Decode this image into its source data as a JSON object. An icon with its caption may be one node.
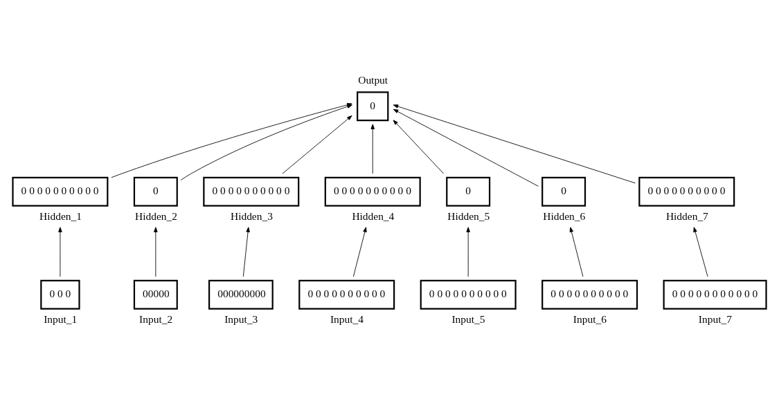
{
  "diagram": {
    "nodes": [
      {
        "text": [
          "0"
        ],
        "beside": [
          "Output"
        ]
      },
      {
        "text": [
          "0 0 0 0 0 0 0 0 0 0"
        ],
        "beside": [
          "Hidden_1"
        ]
      },
      {
        "text": [
          "0"
        ],
        "beside": [
          "Hidden_2"
        ]
      },
      {
        "text": [
          "0 0 0 0 0 0 0 0 0 0"
        ],
        "beside": [
          "Hidden_3"
        ]
      },
      {
        "text": [
          "0 0 0 0 0 0 0 0 0 0"
        ],
        "beside": [
          "Hidden_4"
        ]
      },
      {
        "text": [
          "0"
        ],
        "beside": [
          "Hidden_5"
        ]
      },
      {
        "text": [
          "0"
        ],
        "beside": [
          "Hidden_6"
        ]
      },
      {
        "text": [
          "0 0 0 0 0 0 0 0 0 0"
        ],
        "beside": [
          "Hidden_7"
        ]
      },
      {
        "text": [
          "0 0 0"
        ],
        "beside": [
          "Input_1"
        ]
      },
      {
        "text": [
          "00000"
        ],
        "beside": [
          "Input_2"
        ]
      },
      {
        "text": [
          "000000000"
        ],
        "beside": [
          "Input_3"
        ]
      },
      {
        "text": [
          "0 0 0 0 0 0 0 0 0 0"
        ],
        "beside": [
          "Input_4"
        ]
      },
      {
        "text": [
          "0 0 0 0 0 0 0 0 0 0"
        ],
        "beside": [
          "Input_5"
        ]
      },
      {
        "text": [
          "0 0 0 0 0 0 0 0 0 0"
        ],
        "beside": [
          "Input_6"
        ]
      },
      {
        "text": [
          "0 0 0 0 0 0 0 0 0 0 0"
        ],
        "beside": [
          "Input_7"
        ]
      }
    ],
    "edges": [
      {
        "from": 1,
        "to": 0,
        "arrow": "to"
      },
      {
        "from": 2,
        "to": 0,
        "arrow": "to"
      },
      {
        "from": 3,
        "to": 0,
        "arrow": "to"
      },
      {
        "from": 4,
        "to": 0,
        "arrow": "to"
      },
      {
        "from": 5,
        "to": 0,
        "arrow": "to"
      },
      {
        "from": 6,
        "to": 0,
        "arrow": "to"
      },
      {
        "from": 7,
        "to": 0,
        "arrow": "to"
      },
      {
        "from": 8,
        "to": 1,
        "arrow": "to"
      },
      {
        "from": 9,
        "to": 2,
        "arrow": "to"
      },
      {
        "from": 10,
        "to": 3,
        "arrow": "to"
      },
      {
        "from": 11,
        "to": 4,
        "arrow": "to"
      },
      {
        "from": 12,
        "to": 5,
        "arrow": "to"
      },
      {
        "from": 13,
        "to": 6,
        "arrow": "to"
      },
      {
        "from": 14,
        "to": 7,
        "arrow": "to"
      }
    ]
  }
}
